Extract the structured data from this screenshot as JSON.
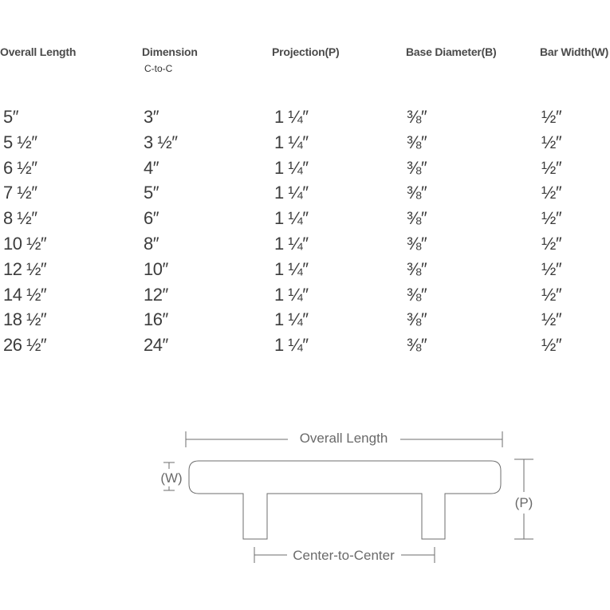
{
  "headers": {
    "overall_length": "Overall Length",
    "dimension": "Dimension",
    "dimension_sub": "C-to-C",
    "projection": "Projection(P)",
    "base_diameter": "Base Diameter(B)",
    "bar_width": "Bar Width(W)"
  },
  "rows": [
    [
      "5″",
      "3″",
      "1 ¼″",
      "⅜″",
      "½″"
    ],
    [
      "5 ½″",
      "3 ½″",
      "1 ¼″",
      "⅜″",
      "½″"
    ],
    [
      "6 ½″",
      "4″",
      "1 ¼″",
      "⅜″",
      "½″"
    ],
    [
      "7 ½″",
      "5″",
      "1 ¼″",
      "⅜″",
      "½″"
    ],
    [
      "8 ½″",
      "6″",
      "1 ¼″",
      "⅜″",
      "½″"
    ],
    [
      "10 ½″",
      "8″",
      "1 ¼″",
      "⅜″",
      "½″"
    ],
    [
      "12 ½″",
      "10″",
      "1 ¼″",
      "⅜″",
      "½″"
    ],
    [
      "14 ½″",
      "12″",
      "1 ¼″",
      "⅜″",
      "½″"
    ],
    [
      "18 ½″",
      "16″",
      "1 ¼″",
      "⅜″",
      "½″"
    ],
    [
      "26 ½″",
      "24″",
      "1 ¼″",
      "⅜″",
      "½″"
    ]
  ],
  "diagram": {
    "overall_length": "Overall Length",
    "width_label": "(W)",
    "projection_label": "(P)",
    "center_to_center": "Center-to-Center"
  }
}
